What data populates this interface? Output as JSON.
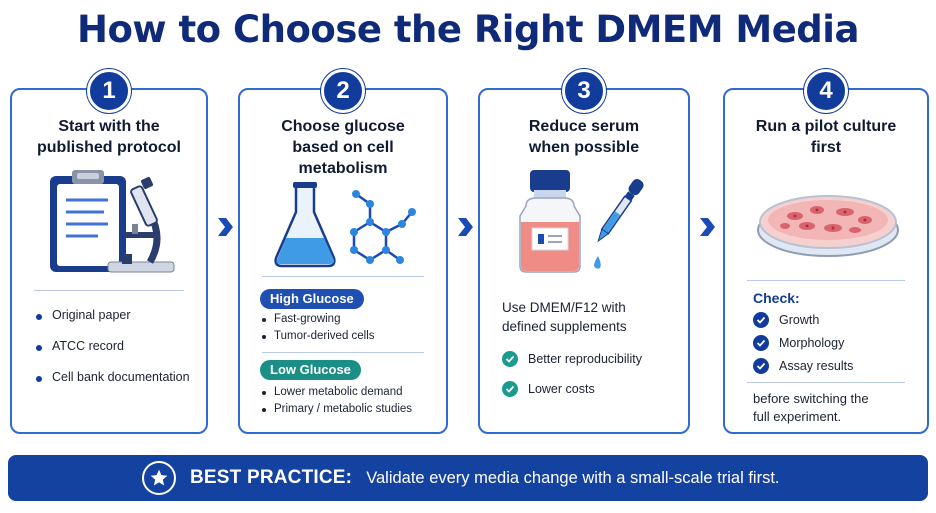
{
  "title": "How to Choose the Right DMEM Media",
  "steps": [
    {
      "number": "1",
      "title_lines": [
        "Start with the",
        "published protocol"
      ],
      "bullets": [
        "Original paper",
        "ATCC record",
        "Cell bank documentation"
      ],
      "icon": "clipboard-microscope"
    },
    {
      "number": "2",
      "title_lines": [
        "Choose glucose",
        "based on cell",
        "metabolism"
      ],
      "icon": "flask-molecule",
      "high": {
        "label": "High Glucose",
        "items": [
          "Fast-growing",
          "Tumor-derived cells"
        ]
      },
      "low": {
        "label": "Low Glucose",
        "items": [
          "Lower metabolic demand",
          "Primary / metabolic studies"
        ]
      }
    },
    {
      "number": "3",
      "title_lines": [
        "Reduce serum",
        "when possible"
      ],
      "icon": "bottle-dropper",
      "body_lines": [
        "Use DMEM/F12 with",
        "defined supplements"
      ],
      "checks": [
        "Better reproducibility",
        "Lower costs"
      ]
    },
    {
      "number": "4",
      "title_lines": [
        "Run a pilot culture",
        "first"
      ],
      "icon": "petri-dish",
      "check_label": "Check:",
      "checks": [
        "Growth",
        "Morphology",
        "Assay results"
      ],
      "footer_lines": [
        "before switching the",
        "full experiment."
      ]
    }
  ],
  "banner": {
    "icon": "star-icon",
    "label": "BEST PRACTICE:",
    "text": "Validate every media change with a small-scale trial first."
  },
  "colors": {
    "navy": "#123c9c",
    "title": "#0e2a78",
    "card_border": "#2f6bd2",
    "teal": "#1b9b8d",
    "banner": "#1442a0"
  }
}
